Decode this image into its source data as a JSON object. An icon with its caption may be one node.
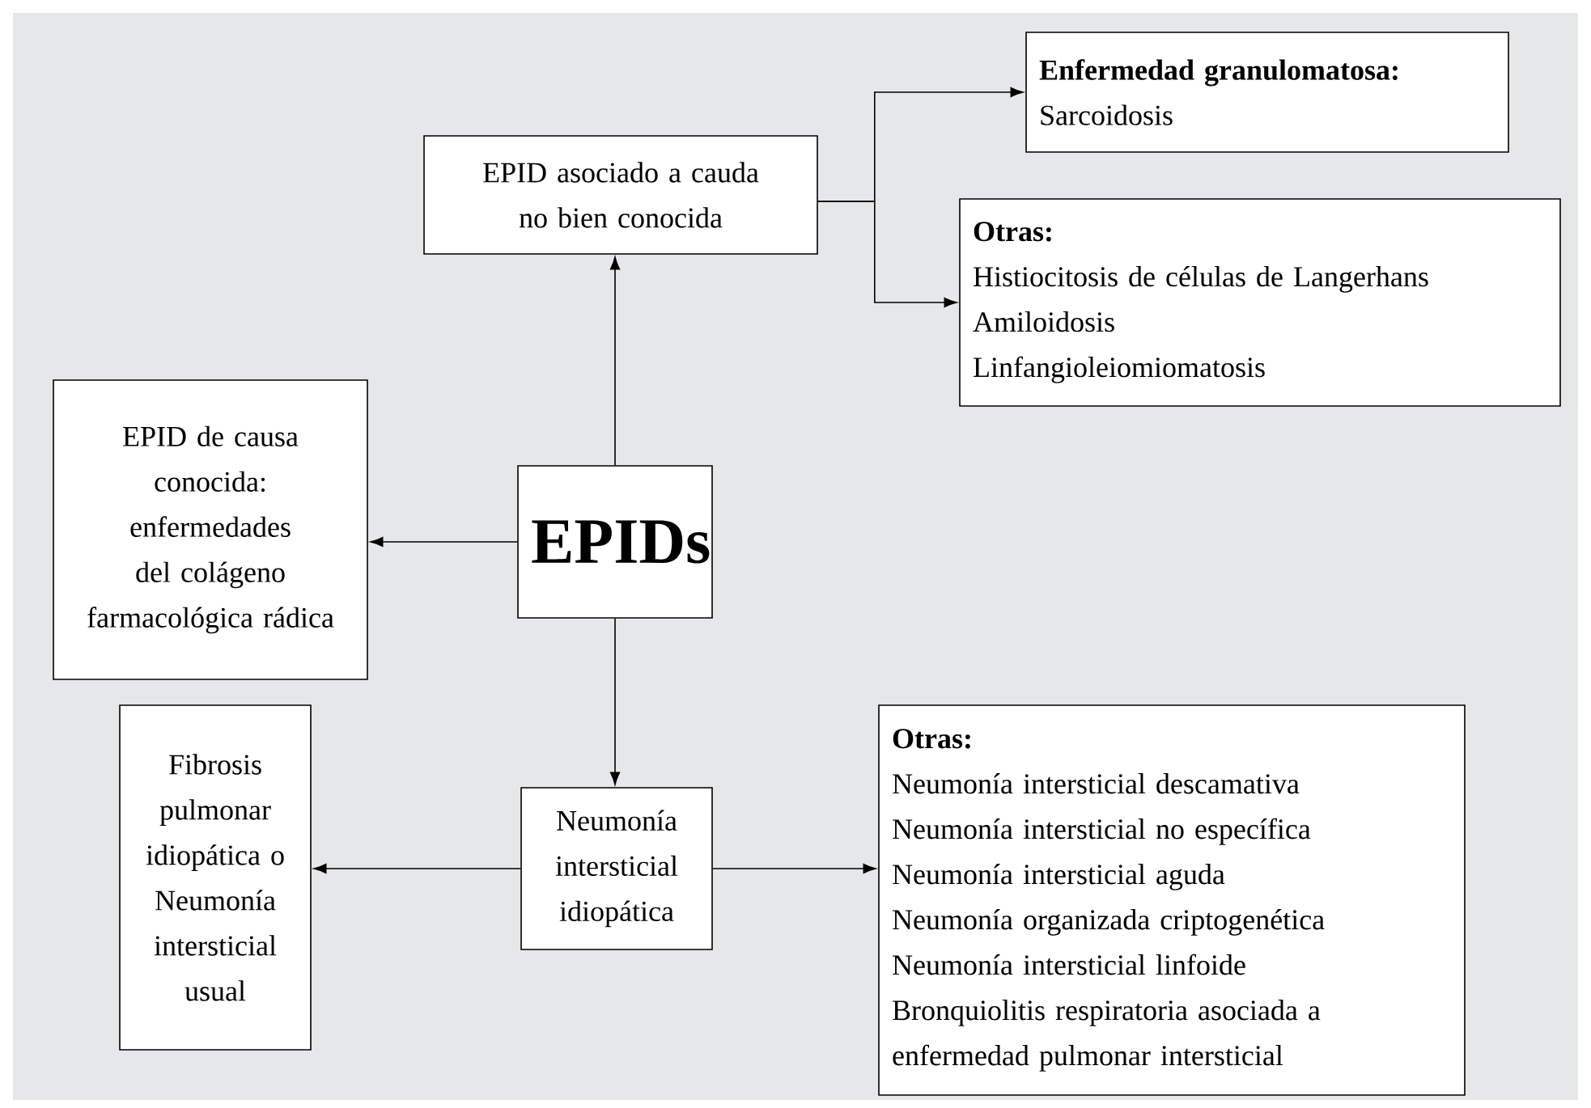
{
  "diagram": {
    "nodes": [
      {
        "text": [
          "EPIDs"
        ]
      },
      {
        "text": [
          "EPID asociado a cauda no bien conocida"
        ]
      },
      {
        "text": [
          "Enfermedad granulomatosa:",
          "Sarcoidosis"
        ]
      },
      {
        "text": [
          "Otras:",
          "Histiocitosis de células de Langerhans",
          "Amiloidosis",
          "Linfangioleiomiomatosis"
        ]
      },
      {
        "text": [
          "EPID de causa conocida: enfermedades del colágeno farmacológica rádica"
        ]
      },
      {
        "text": [
          "Neumonía intersticial idiopática"
        ]
      },
      {
        "text": [
          "Fibrosis pulmonar idiopática o Neumonía intersticial usual"
        ]
      },
      {
        "text": [
          "Otras:",
          "Neumonía intersticial descamativa",
          "Neumonía intersticial no específica",
          "Neumonía intersticial aguda",
          "Neumonía organizada criptogenética",
          "Neumonía intersticial linfoide",
          "Bronquiolitis respiratoria asociada a enfermedad pulmonar intersticial"
        ]
      }
    ],
    "edges": [
      {
        "from": 0,
        "to": 1,
        "arrow": "to"
      },
      {
        "from": 0,
        "to": 4,
        "arrow": "to"
      },
      {
        "from": 0,
        "to": 5,
        "arrow": "to"
      },
      {
        "from": 1,
        "to": 2,
        "arrow": "to"
      },
      {
        "from": 1,
        "to": 3,
        "arrow": "to"
      },
      {
        "from": 5,
        "to": 6,
        "arrow": "to"
      },
      {
        "from": 5,
        "to": 7,
        "arrow": "to"
      }
    ]
  }
}
